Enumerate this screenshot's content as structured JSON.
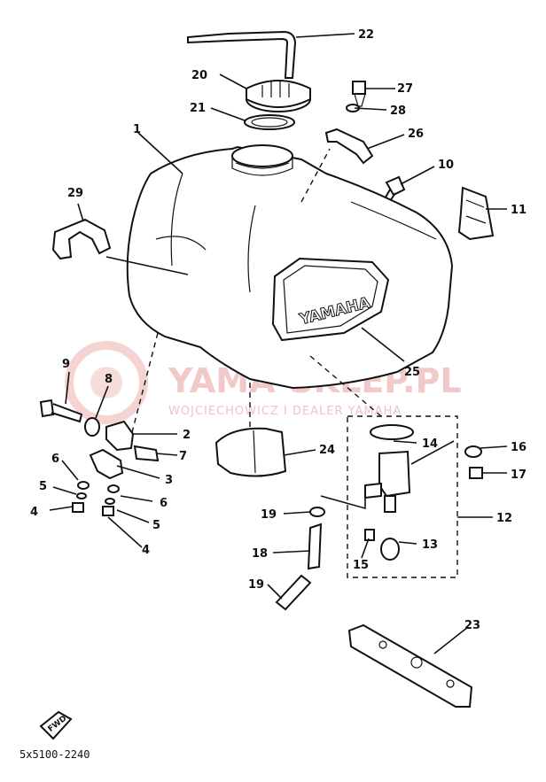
{
  "watermark": {
    "site": "YAMA-SKLEP.PL",
    "dealer": "WOJCIECHOWICZ I DEALER YAMAHA"
  },
  "tank_logo": "YAMAHA",
  "fwd_label": "FWD",
  "diagram_code": "5x5100-2240",
  "callouts": [
    "1",
    "2",
    "3",
    "4",
    "4",
    "5",
    "5",
    "6",
    "6",
    "7",
    "8",
    "9",
    "10",
    "11",
    "12",
    "13",
    "14",
    "15",
    "16",
    "17",
    "18",
    "19",
    "19",
    "20",
    "21",
    "22",
    "23",
    "24",
    "25",
    "26",
    "27",
    "28",
    "29"
  ]
}
